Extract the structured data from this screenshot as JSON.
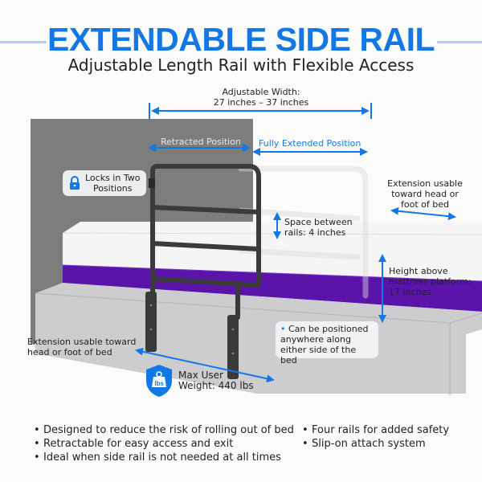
{
  "header": {
    "title": "EXTENDABLE SIDE RAIL",
    "subtitle": "Adjustable Length Rail with Flexible Access"
  },
  "colors": {
    "accent_blue": "#1378e6",
    "title_rule": "#a8d2f5",
    "headboard": "#7b7b7b",
    "bed_frame": "#cfcfd1",
    "mattress_band": "#5a14a8",
    "mattress_top": "#f4f4f4",
    "rail": "#3a3a3c"
  },
  "dimensions": {
    "width_label": "Adjustable Width:",
    "width_value": "27 inches – 37 inches",
    "retracted": "Retracted Position",
    "extended": "Fully Extended Position"
  },
  "callouts": {
    "locks": {
      "icon": "lock-icon",
      "text_line1": "Locks in Two",
      "text_line2": "Positions"
    },
    "extension_right": {
      "line1": "Extension usable",
      "line2": "toward head or",
      "line3": "foot of bed"
    },
    "rail_spacing": {
      "line1": "Space between",
      "line2": "rails: 4 inches"
    },
    "height": {
      "line1": "Height above",
      "line2": "mattress platform:",
      "line3": "17 inches"
    },
    "position": {
      "line1": "Can be positioned",
      "line2": "anywhere along",
      "line3": "either side of the bed"
    },
    "extension_left": {
      "line1": "Extension usable toward",
      "line2": "head or foot of bed"
    },
    "weight": {
      "icon": "weight-shield-icon",
      "icon_text": "lbs",
      "line1": "Max User",
      "line2": "Weight: 440 lbs"
    }
  },
  "features": {
    "left": [
      "Designed to reduce the risk of rolling out of bed",
      "Retractable for easy access and exit",
      "Ideal when side rail is not needed at all times"
    ],
    "right": [
      "Four rails for added safety",
      "Slip-on attach system"
    ]
  }
}
